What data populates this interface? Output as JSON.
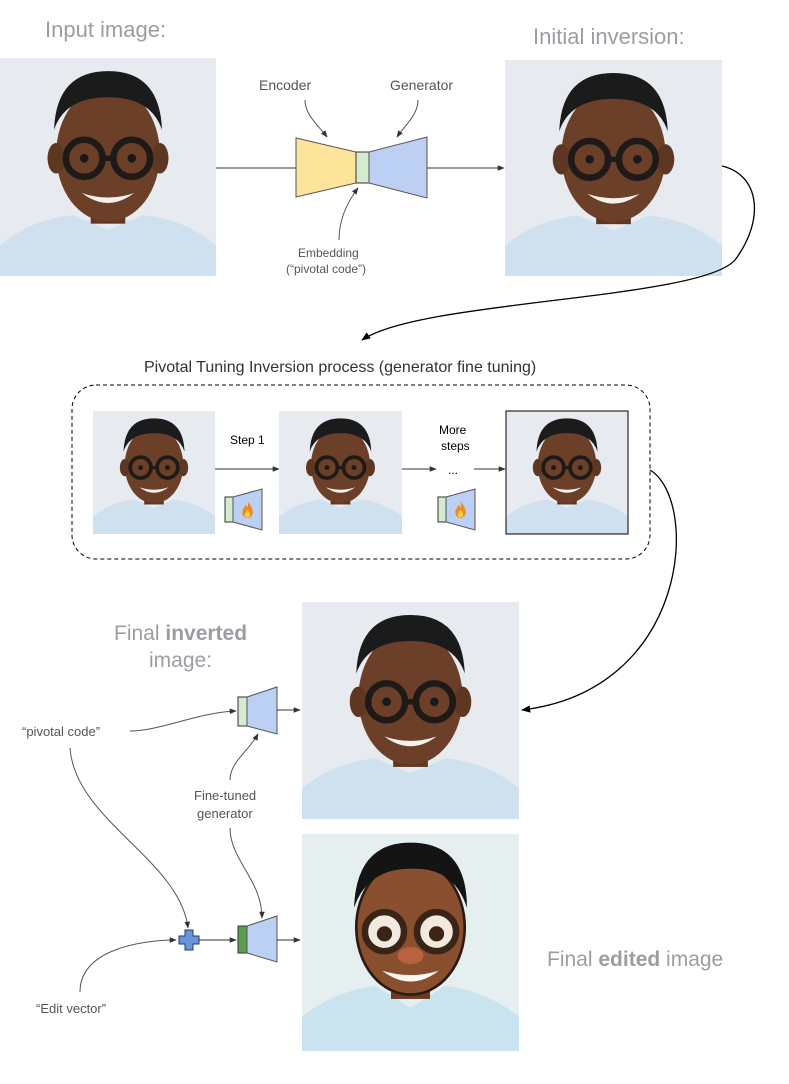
{
  "labels": {
    "input_image": "Input image:",
    "initial_inversion": "Initial inversion:",
    "encoder": "Encoder",
    "generator": "Generator",
    "embedding_line1": "Embedding",
    "embedding_line2": "(“pivotal code”)",
    "pti_title": "Pivotal Tuning Inversion process (generator fine tuning)",
    "step1": "Step 1",
    "more_steps_line1": "More",
    "more_steps_line2": "steps",
    "ellipsis": "...",
    "final_inverted_prefix": "Final ",
    "final_inverted_bold": "inverted",
    "final_inverted_line2": "image:",
    "pivotal_code": "“pivotal code”",
    "fine_tuned_line1": "Fine-tuned",
    "fine_tuned_line2": "generator",
    "edit_vector": "“Edit vector”",
    "final_edited_prefix": "Final ",
    "final_edited_bold": "edited",
    "final_edited_suffix": " image"
  },
  "colors": {
    "encoder_fill": "#fde49b",
    "generator_fill": "#bcd0f4",
    "embedding_fill": "#d3ebcf",
    "edited_code_fill": "#5c9e50",
    "plus_fill": "#6a95d9",
    "flame_outer": "#f08a1f",
    "flame_inner": "#fcd24d",
    "photo_background": "#e7ebef",
    "skin_tone": "#6b3f28",
    "shirt_color": "#cfe0ee"
  },
  "icons": [
    "flame-icon",
    "plus-icon",
    "portrait-photo"
  ]
}
